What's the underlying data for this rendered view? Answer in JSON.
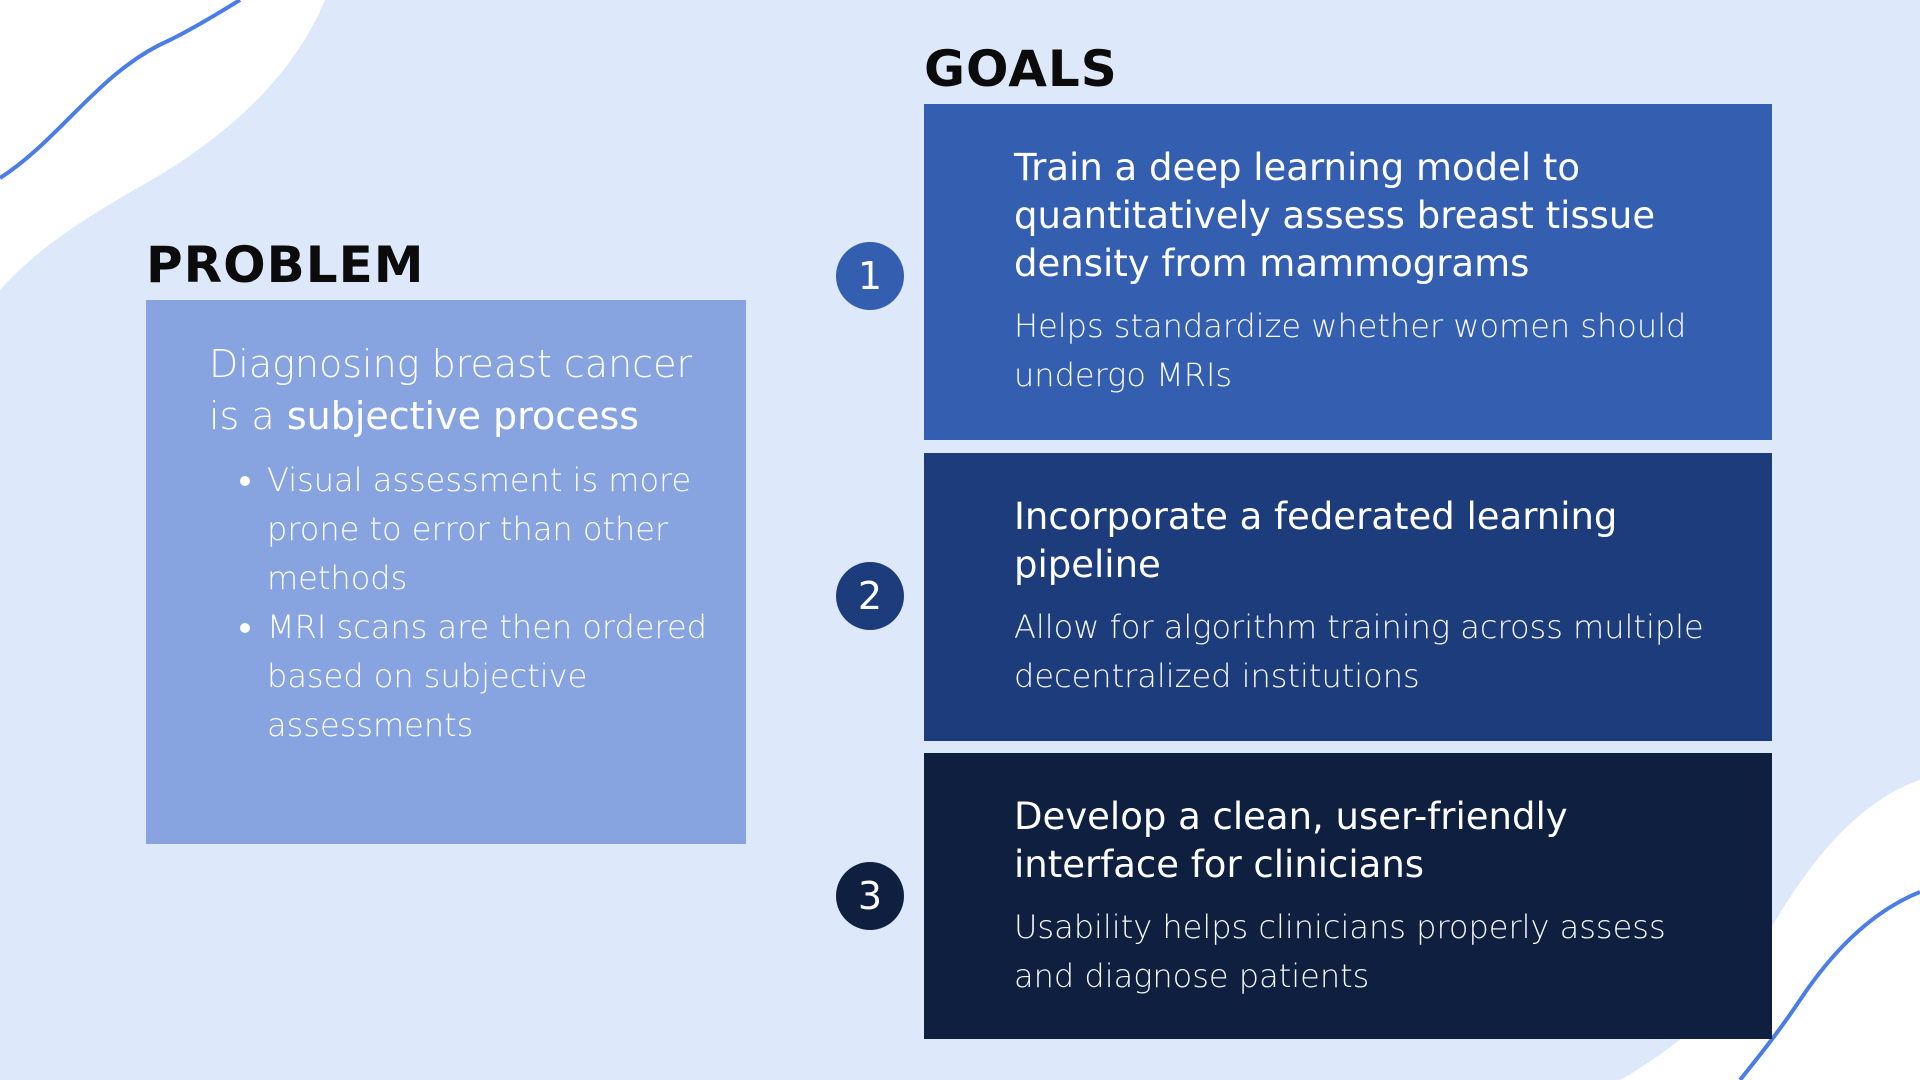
{
  "theme": {
    "background": "#dde9fb",
    "problem_box": "#87a3e0",
    "goal_1": "#345fb0",
    "goal_2": "#1d3c7c",
    "goal_3": "#0e1f3f",
    "accent_line": "#4a7de8"
  },
  "problem": {
    "heading": "PROBLEM",
    "statement_part1": "Diagnosing breast cancer is a ",
    "statement_emphasis": "subjective process",
    "points": [
      "Visual assessment is more prone to error than other methods",
      "MRI scans are then ordered based on subjective assessments"
    ]
  },
  "goals": {
    "heading": "GOALS",
    "items": [
      {
        "number": "1",
        "title": "Train a deep learning model to quantitatively assess breast tissue density from mammograms",
        "description": "Helps standardize whether women should undergo MRIs"
      },
      {
        "number": "2",
        "title": "Incorporate a federated learning pipeline",
        "description": "Allow for algorithm training across multiple decentralized institutions"
      },
      {
        "number": "3",
        "title": "Develop a clean, user-friendly interface for clinicians",
        "description": "Usability helps clinicians properly assess and diagnose patients"
      }
    ]
  }
}
